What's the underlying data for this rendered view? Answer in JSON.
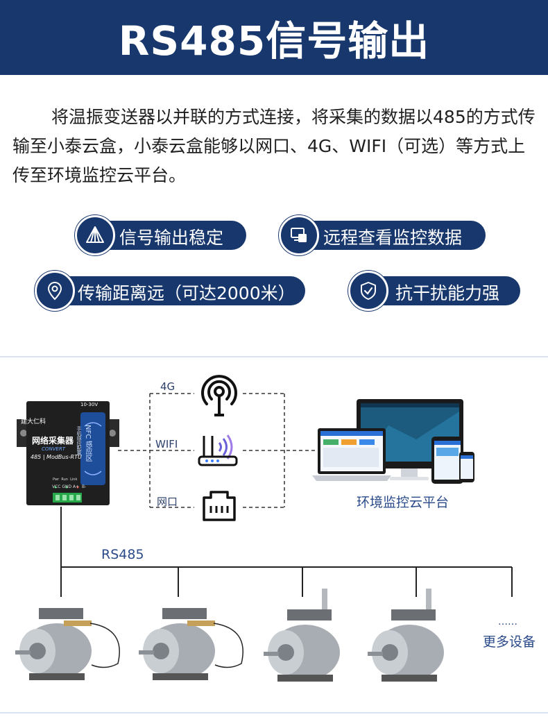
{
  "header": {
    "title": "RS485信号输出"
  },
  "description": "将温振变送器以并联的方式连接，将采集的数据以485的方式传输至小泰云盒，小泰云盒能够以网口、4G、WIFI（可选）等方式上传至环境监控云平台。",
  "features": [
    {
      "label": "信号输出稳定",
      "icon": "pyramid-icon"
    },
    {
      "label": "远程查看监控数据",
      "icon": "remote-monitor-icon"
    },
    {
      "label": "传输距离远（可达2000米）",
      "icon": "location-pin-icon"
    },
    {
      "label": "抗干扰能力强",
      "icon": "shield-check-icon"
    }
  ],
  "diagram": {
    "collector": {
      "brand": "建大仁科",
      "voltage": "10-30V",
      "name": "网络采集器",
      "convert": "CONVERT",
      "protocol": "485 | ModBus-RTU",
      "nfc": "NFC 感应区",
      "nfc_sub": "手机感应配置",
      "leds": "Pwr  Run  Link",
      "pins": "VCC GND A+  B-"
    },
    "network": {
      "opt_4g": "4G",
      "opt_wifi": "WIFI",
      "opt_lan": "网口"
    },
    "platform_label": "环境监控云平台",
    "bus_label": "RS485",
    "more_dots": "……",
    "more_label": "更多设备"
  },
  "colors": {
    "navy": "#17376d",
    "accent_blue": "#2a4a8a"
  }
}
